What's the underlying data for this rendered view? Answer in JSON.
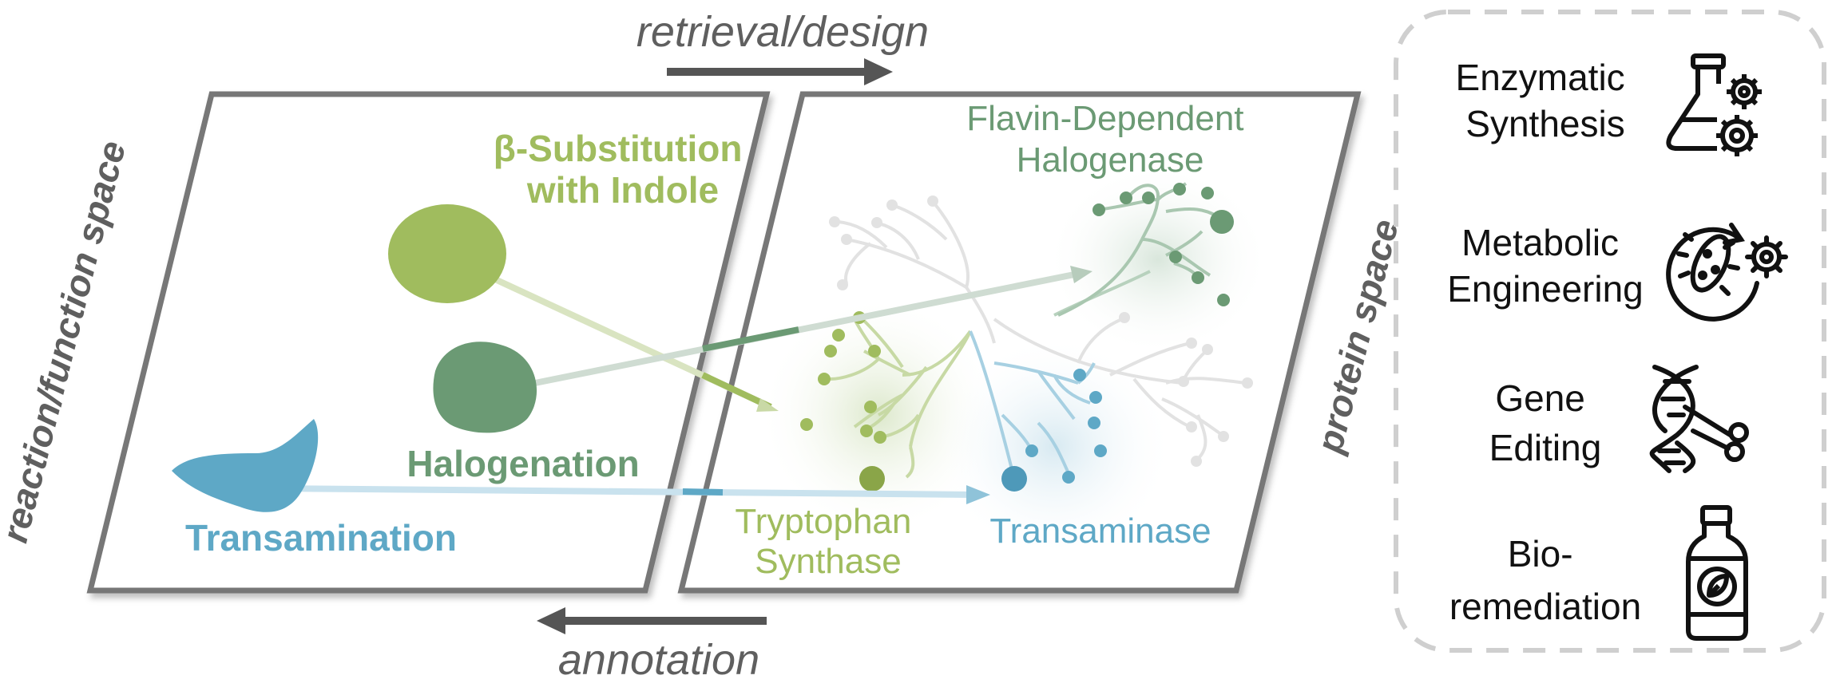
{
  "top_arrow": {
    "label": "retrieval/design"
  },
  "bottom_arrow": {
    "label": "annotation"
  },
  "reaction_space": {
    "axis_label": "reaction/function space",
    "reactions": [
      {
        "name": "beta-substitution",
        "label_lines": [
          "β-Substitution",
          "with Indole"
        ],
        "color": "#a0bc5e"
      },
      {
        "name": "halogenation",
        "label_lines": [
          "Halogenation"
        ],
        "color": "#6b9a74"
      },
      {
        "name": "transamination",
        "label_lines": [
          "Transamination"
        ],
        "color": "#5ea8c6"
      }
    ]
  },
  "protein_space": {
    "axis_label": "protein space",
    "enzymes": [
      {
        "name": "flavin-dependent-halogenase",
        "label_lines": [
          "Flavin-Dependent",
          "Halogenase"
        ],
        "color": "#6b9a74"
      },
      {
        "name": "tryptophan-synthase",
        "label_lines": [
          "Tryptophan",
          "Synthase"
        ],
        "color": "#a0bc5e"
      },
      {
        "name": "transaminase",
        "label_lines": [
          "Transaminase"
        ],
        "color": "#5ea8c6"
      }
    ]
  },
  "applications": [
    {
      "label_lines": [
        "Enzymatic",
        "Synthesis"
      ],
      "icon": "flask-gears-icon"
    },
    {
      "label_lines": [
        "Metabolic",
        "Engineering"
      ],
      "icon": "microbe-gear-icon"
    },
    {
      "label_lines": [
        "Gene",
        "Editing"
      ],
      "icon": "dna-scissors-icon"
    },
    {
      "label_lines": [
        "Bio-",
        "remediation"
      ],
      "icon": "bottle-leaf-icon"
    }
  ]
}
